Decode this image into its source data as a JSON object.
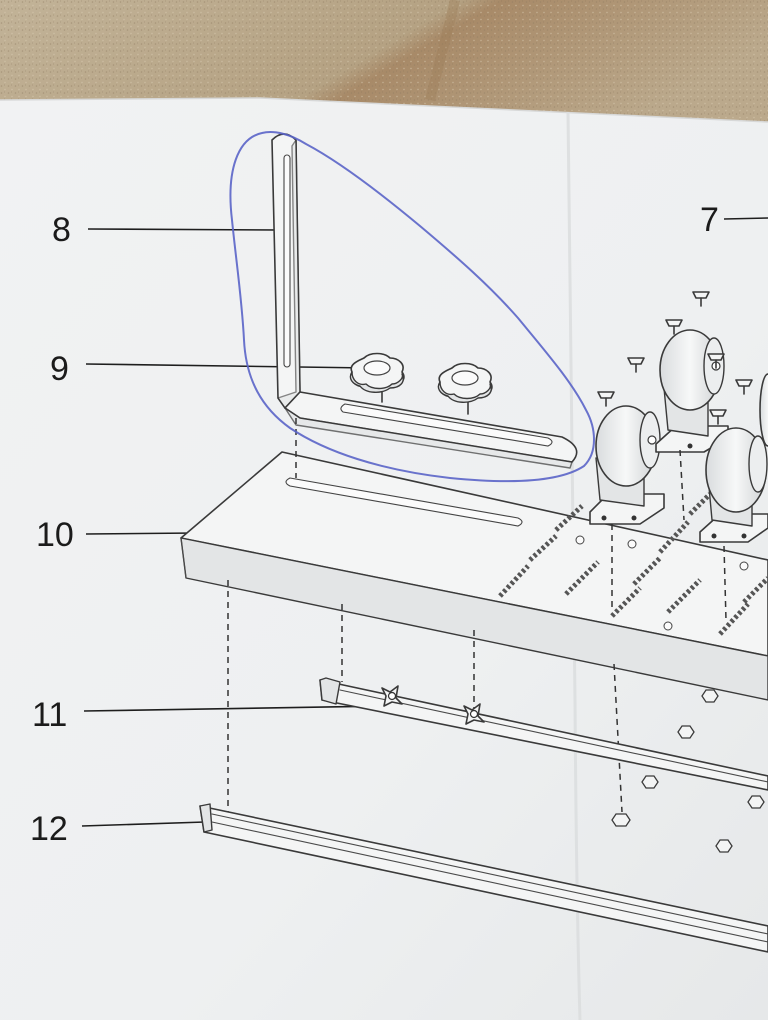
{
  "callouts": {
    "c7": "7",
    "c8": "8",
    "c9": "9",
    "c10": "10",
    "c11": "11",
    "c12": "12"
  },
  "colors": {
    "sand_background": "#b8a78c",
    "paper": "#f2f3f4",
    "ink": "#3a3a3a",
    "pen_mark": "#5a64c8"
  },
  "icons": [
    "star-knob-icon",
    "wing-nut-icon",
    "hex-nut-icon",
    "screw-icon",
    "roller-icon"
  ]
}
